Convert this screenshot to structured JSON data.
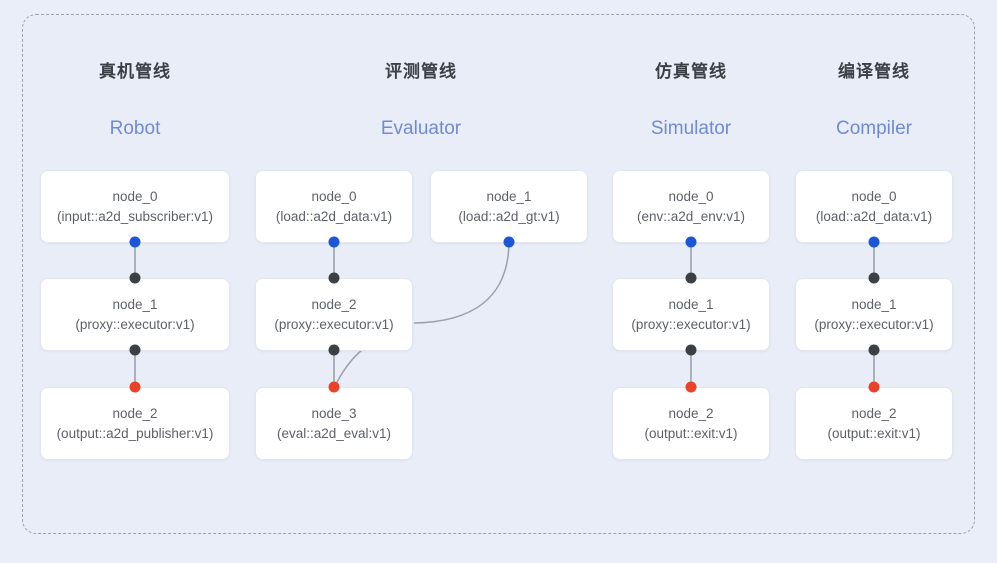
{
  "diagram": {
    "title": "pipeline-graph",
    "background_color": "#eaeef8",
    "frame_border_color": "#9aa0ae",
    "port_colors": {
      "output": "#1a56d6",
      "link": "#3c4043",
      "terminal": "#ea4228"
    },
    "edge_color": "#8d939f"
  },
  "columns": [
    {
      "key": "robot",
      "title_cn": "真机管线",
      "title_en": "Robot",
      "nodes": [
        {
          "name": "node_0",
          "type": "(input::a2d_subscriber:v1)"
        },
        {
          "name": "node_1",
          "type": "(proxy::executor:v1)"
        },
        {
          "name": "node_2",
          "type": "(output::a2d_publisher:v1)"
        }
      ]
    },
    {
      "key": "evaluator",
      "title_cn": "评测管线",
      "title_en": "Evaluator",
      "nodes": [
        {
          "name": "node_0",
          "type": "(load::a2d_data:v1)"
        },
        {
          "name": "node_1",
          "type": "(load::a2d_gt:v1)"
        },
        {
          "name": "node_2",
          "type": "(proxy::executor:v1)"
        },
        {
          "name": "node_3",
          "type": "(eval::a2d_eval:v1)"
        }
      ]
    },
    {
      "key": "simulator",
      "title_cn": "仿真管线",
      "title_en": "Simulator",
      "nodes": [
        {
          "name": "node_0",
          "type": "(env::a2d_env:v1)"
        },
        {
          "name": "node_1",
          "type": "(proxy::executor:v1)"
        },
        {
          "name": "node_2",
          "type": "(output::exit:v1)"
        }
      ]
    },
    {
      "key": "compiler",
      "title_cn": "编译管线",
      "title_en": "Compiler",
      "nodes": [
        {
          "name": "node_0",
          "type": "(load::a2d_data:v1)"
        },
        {
          "name": "node_1",
          "type": "(proxy::executor:v1)"
        },
        {
          "name": "node_2",
          "type": "(output::exit:v1)"
        }
      ]
    }
  ]
}
